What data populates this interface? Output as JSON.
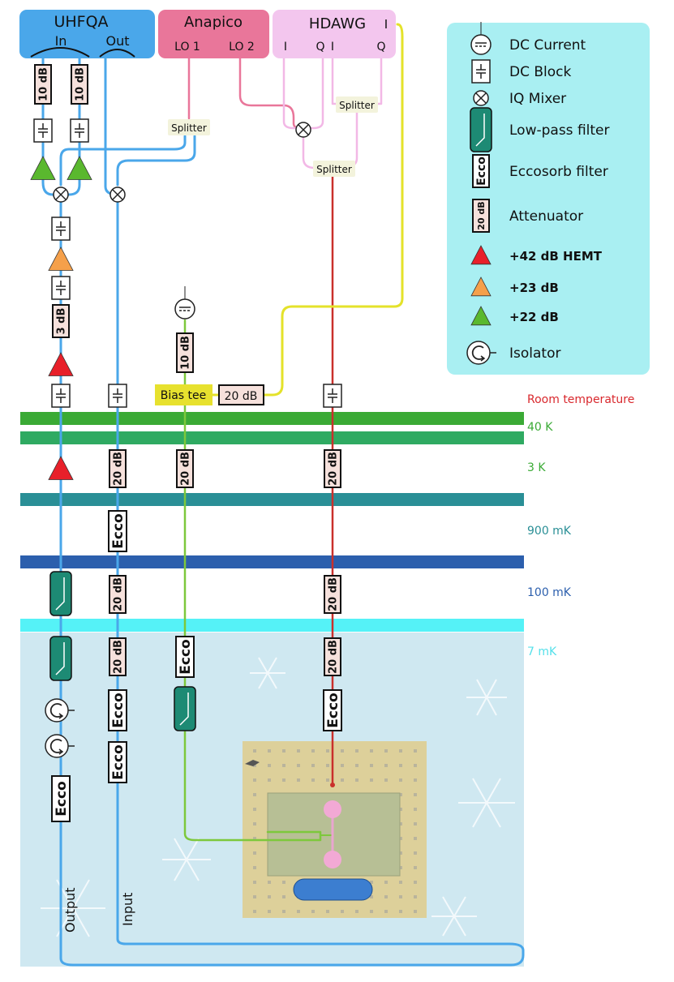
{
  "instruments": {
    "uhfqa": {
      "name": "UHFQA",
      "port_in": "In",
      "port_out": "Out"
    },
    "anapico": {
      "name": "Anapico",
      "lo1": "LO 1",
      "lo2": "LO 2"
    },
    "hdawg": {
      "name": "HDAWG",
      "i1": "I",
      "q1": "Q",
      "i2": "I",
      "q2": "Q",
      "i3": "I"
    }
  },
  "components": {
    "splitter": "Splitter",
    "att10": "10 dB",
    "att3": "3 dB",
    "att20": "20 dB",
    "ecco": "Ecco",
    "bias_tee": "Bias tee"
  },
  "legend": {
    "items": [
      {
        "icon": "dc-current-icon",
        "label": "DC Current"
      },
      {
        "icon": "dc-block-icon",
        "label": "DC Block"
      },
      {
        "icon": "iq-mixer-icon",
        "label": "IQ Mixer"
      },
      {
        "icon": "low-pass-filter-icon",
        "label": "Low-pass filter"
      },
      {
        "icon": "eccosorb-filter-icon",
        "label": "Eccosorb filter"
      },
      {
        "icon": "attenuator-icon",
        "label": "Attenuator",
        "icon_text": "20 dB"
      },
      {
        "icon": "hemt-amplifier-icon",
        "label": "+42 dB HEMT",
        "color": "#e8202a"
      },
      {
        "icon": "amplifier-23db-icon",
        "label": "+23 dB",
        "color": "#f5a04a"
      },
      {
        "icon": "amplifier-22db-icon",
        "label": "+22 dB",
        "color": "#5ab82e"
      },
      {
        "icon": "isolator-icon",
        "label": "Isolator"
      }
    ]
  },
  "stages": [
    {
      "label": "Room temperature",
      "color": "#d9282d"
    },
    {
      "label": "40 K",
      "color": "#3aaa35"
    },
    {
      "label": "3 K",
      "color": "#3aaa35"
    },
    {
      "label": "900 mK",
      "color": "#2a8f96"
    },
    {
      "label": "100 mK",
      "color": "#2c5fad"
    },
    {
      "label": "7 mK",
      "color": "#55e0ea"
    }
  ],
  "lines": {
    "output": "Output",
    "input": "Input"
  },
  "colors": {
    "uhfqa": "#4aa7ea",
    "anapico": "#e9769a",
    "hdawg": "#f3c6ee",
    "legend_bg": "#a9eff2",
    "blue_line": "#4aa7ea",
    "pink_line": "#e9769a",
    "light_pink_line": "#f2b8e6",
    "yellow_line": "#e4e22a",
    "green_line": "#7dc83c",
    "red_line": "#c9302c",
    "filter": "#1d8a74",
    "attenuator_fill": "#f6e1dc",
    "bias_tee": "#e7e12e",
    "cold_bg": "#cfe8f1",
    "chip_bg": "#ddd09a",
    "qubit": "#f2a9d5",
    "readout": "#3c7ed0"
  }
}
